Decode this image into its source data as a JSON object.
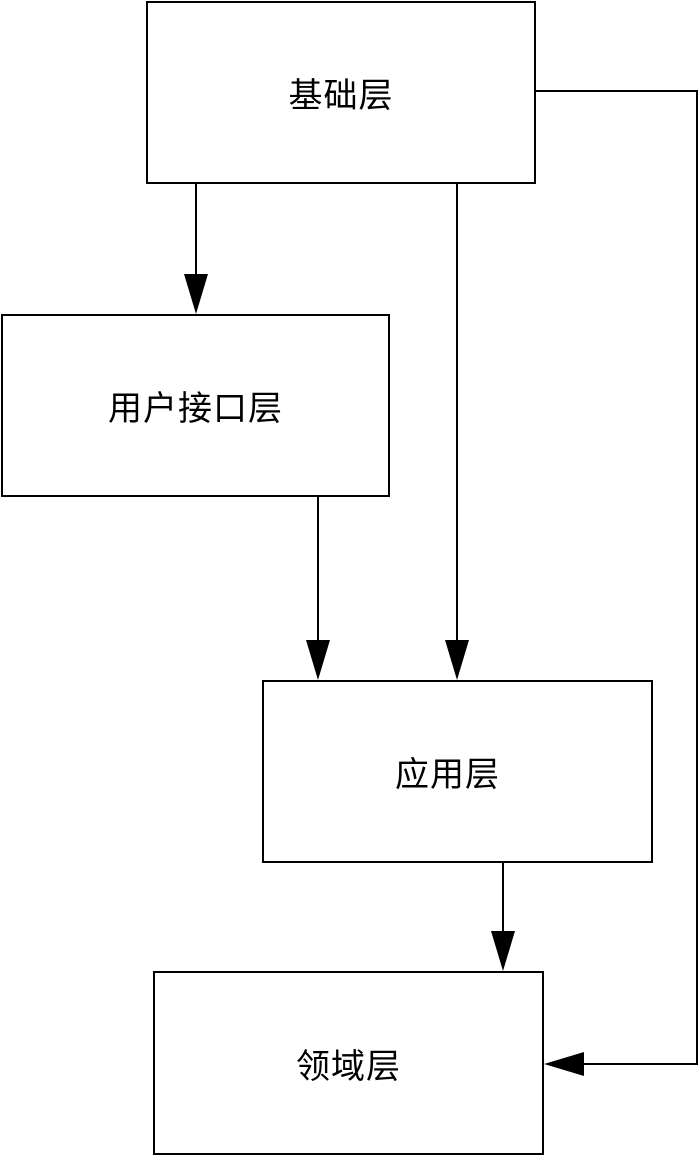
{
  "diagram": {
    "layers": {
      "foundation": "基础层",
      "user_interface": "用户接口层",
      "application": "应用层",
      "domain": "领域层"
    },
    "line_color": "#000000",
    "background_color": "#ffffff"
  }
}
